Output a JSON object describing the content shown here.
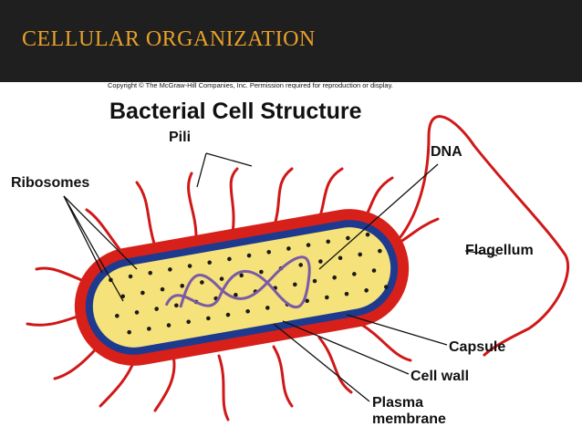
{
  "header": {
    "title": "CELLULAR ORGANIZATION"
  },
  "diagram": {
    "copyright": "Copyright © The McGraw-Hill Companies, Inc. Permission required for reproduction or display.",
    "title": "Bacterial Cell Structure",
    "labels": {
      "pili": "Pili",
      "dna": "DNA",
      "ribosomes": "Ribosomes",
      "flagellum": "Flagellum",
      "capsule": "Capsule",
      "cell_wall": "Cell wall",
      "plasma_membrane": "Plasma membrane"
    }
  },
  "colors": {
    "header_bg": "#1f1f1f",
    "header_text": "#e8a02a",
    "capsule": "#d8201a",
    "cell_wall": "#1d3a8f",
    "cytoplasm": "#f5e27a",
    "ribosome": "#1a1a1a",
    "dna": "#7b5aa6"
  }
}
